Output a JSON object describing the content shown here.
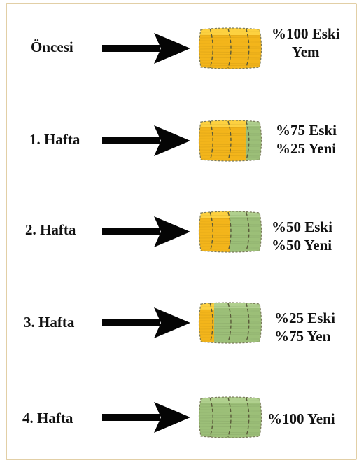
{
  "colors": {
    "old_feed": "#f3b51b",
    "old_feed_highlight": "#ffd84a",
    "new_feed": "#9cbf78",
    "new_feed_highlight": "#b5d494",
    "arrow": "#050505",
    "frame": "#e2cfa6"
  },
  "rows": [
    {
      "label": "Öncesi",
      "old_percent": 100,
      "new_percent": 0,
      "ratio_line1": "%100 Eski",
      "ratio_line2": "Yem",
      "ratio_align": "center"
    },
    {
      "label": "1. Hafta",
      "old_percent": 75,
      "new_percent": 25,
      "ratio_line1": "%75 Eski",
      "ratio_line2": "%25 Yeni",
      "ratio_align": "left"
    },
    {
      "label": "2. Hafta",
      "old_percent": 50,
      "new_percent": 50,
      "ratio_line1": "%50 Eski",
      "ratio_line2": "%50 Yeni",
      "ratio_align": "left"
    },
    {
      "label": "3. Hafta",
      "old_percent": 25,
      "new_percent": 75,
      "ratio_line1": "%25 Eski",
      "ratio_line2": "%75 Yen",
      "ratio_align": "left"
    },
    {
      "label": "4. Hafta",
      "old_percent": 0,
      "new_percent": 100,
      "ratio_line1": "%100 Yeni",
      "ratio_line2": "",
      "ratio_align": "left"
    }
  ]
}
